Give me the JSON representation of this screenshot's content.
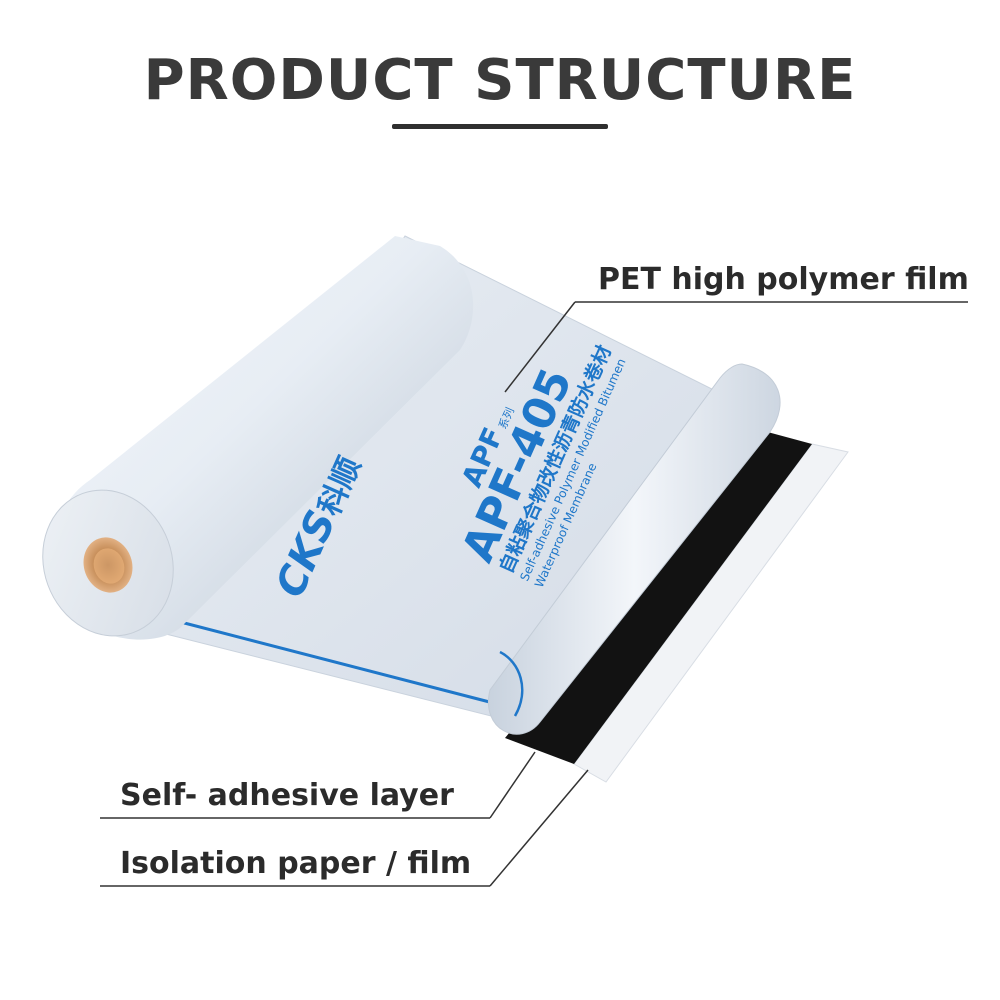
{
  "title": "PRODUCT STRUCTURE",
  "labels": {
    "pet_film": "PET high polymer film",
    "self_adhesive": "Self- adhesive layer",
    "isolation": "Isolation paper / film"
  },
  "product": {
    "brand_logo": "CKS",
    "brand_cn": "科顺",
    "series_logo": "APF",
    "series_cn": "系列",
    "model": "APF-405",
    "name_cn": "自粘聚合物改性沥青防水卷材",
    "name_en_1": "Self-adhesive Polymer Modified Bitumen",
    "name_en_2": "Waterproof Membrane"
  },
  "colors": {
    "film": "#dfe6ef",
    "brand_blue": "#1f77c9",
    "adhesive": "#111111",
    "core": "#c88a55"
  }
}
